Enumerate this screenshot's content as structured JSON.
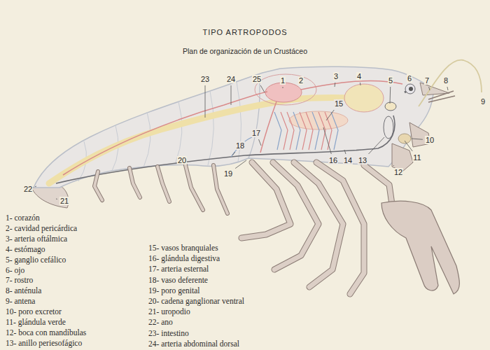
{
  "diagram": {
    "title": "TIPO ARTROPODOS",
    "caption": "Plan de organización de un Crustáceo",
    "labels": [
      "1",
      "2",
      "3",
      "4",
      "5",
      "6",
      "7",
      "8",
      "9",
      "10",
      "11",
      "12",
      "13",
      "14",
      "15",
      "16",
      "17",
      "18",
      "19",
      "20",
      "21",
      "22",
      "23",
      "24",
      "25",
      "1- corazón",
      "2- cavidad pericárdica",
      "3- arteria oftálmica",
      "4- estómago",
      "5- ganglio cefálico",
      "6- ojo",
      "7- rostro",
      "8- anténula",
      "9- antena",
      "10- poro excretor",
      "11- glándula verde",
      "12- boca con mandíbulas",
      "13- anillo periesofágico",
      "15- vasos branquiales",
      "16- glándula digestiva",
      "17- arteria esternal",
      "18- vaso deferente",
      "19- poro genital",
      "20- cadena ganglionar ventral",
      "21- uropodio",
      "22- ano",
      "23- intestino",
      "24- arteria abdominal dorsal"
    ]
  }
}
